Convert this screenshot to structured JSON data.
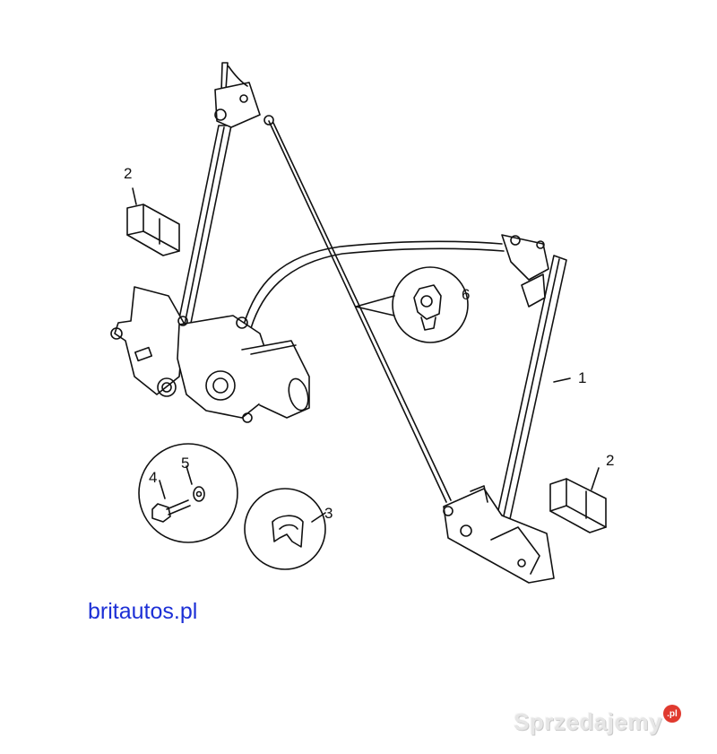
{
  "callouts": {
    "part_1": "1",
    "part_2_left": "2",
    "part_2_right": "2",
    "part_3": "3",
    "part_4": "4",
    "part_5": "5",
    "part_6": "6"
  },
  "watermark_site": "britautos.pl",
  "watermark_brand": "Sprzedajemy",
  "watermark_badge": ".pl"
}
